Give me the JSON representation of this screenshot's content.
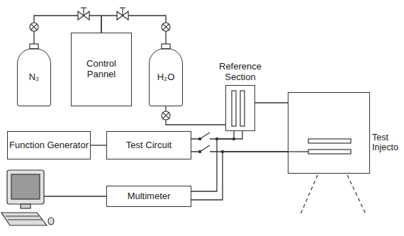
{
  "diagram": {
    "nodes": [
      {
        "text": [
          "N₂"
        ]
      },
      {
        "text": [
          "Control Pannel"
        ]
      },
      {
        "text": [
          "H₂O"
        ]
      },
      {
        "text": [
          "Reference Section"
        ]
      },
      {
        "text": [
          "Test Injecto"
        ]
      },
      {
        "text": [
          "Function Generator"
        ]
      },
      {
        "text": [
          "Test Circuit"
        ]
      },
      {
        "text": [
          "Multimeter"
        ]
      }
    ],
    "edges": [
      {
        "from": 0,
        "to": 1,
        "arrow": "none"
      },
      {
        "from": 1,
        "to": 2,
        "arrow": "none"
      },
      {
        "from": 2,
        "to": 3,
        "arrow": "none"
      },
      {
        "from": 3,
        "to": 4,
        "arrow": "none"
      },
      {
        "from": 5,
        "to": 6,
        "arrow": "none"
      },
      {
        "from": 6,
        "to": 3,
        "arrow": "none"
      },
      {
        "from": 6,
        "to": 4,
        "arrow": "none"
      },
      {
        "from": 7,
        "to": 3,
        "arrow": "none"
      },
      {
        "from": 7,
        "to": 4,
        "arrow": "none"
      }
    ]
  }
}
